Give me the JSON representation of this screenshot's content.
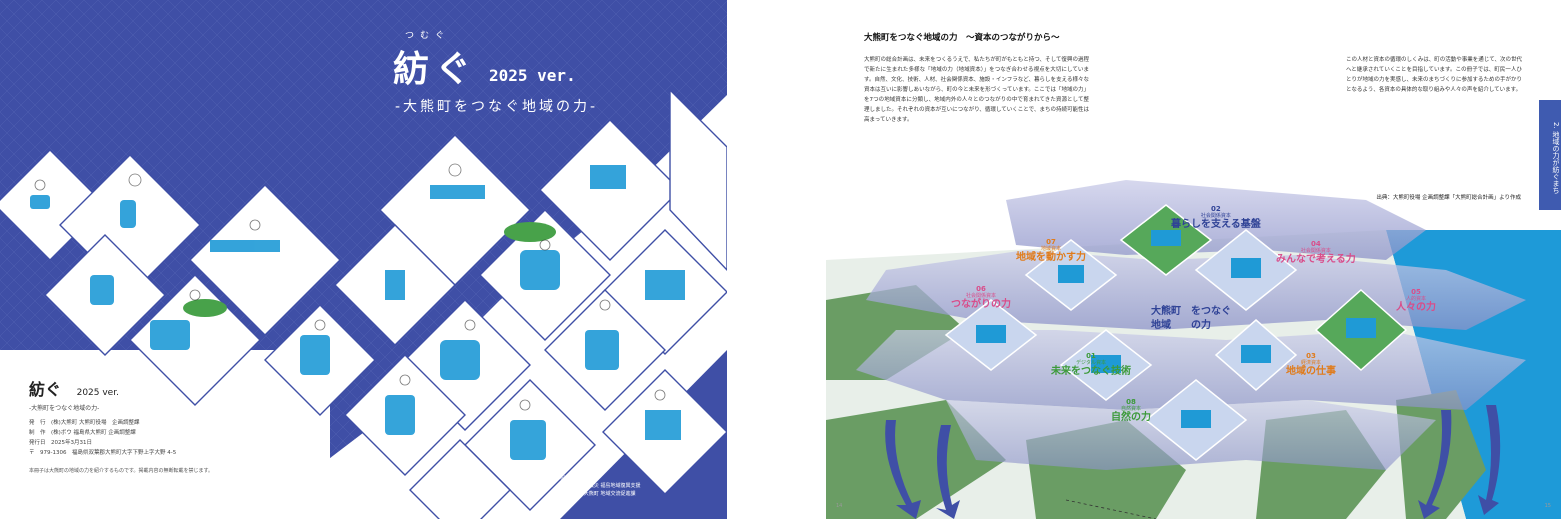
{
  "colors": {
    "brand_blue": "#3f4fa6",
    "accent_blue": "#1f9ad6",
    "pink": "#d94d8a",
    "orange": "#e07b1a",
    "green": "#3c9a3a"
  },
  "left_page": {
    "ruby": "つむぐ",
    "title": "紡ぐ",
    "version": "2025 ver.",
    "subtitle": "-大熊町をつなぐ地域の力-",
    "colophon": {
      "title": "紡ぐ",
      "version": "2025 ver.",
      "subtitle": "-大熊町をつなぐ地域の力-",
      "lines": [
        "発　行　(株)大熊町 大熊町役場　企画調整課",
        "制　作　(株)ボウ 福島県大熊町 企画調整課",
        "発行日　2025年3月31日",
        "〒　979-1306　福島県双葉郡大熊町大字下野上字大野 4-5"
      ],
      "note": "本冊子は大熊町の地域の力を紹介するものです。掲載内容の無断転載を禁じます。"
    },
    "credits": [
      "協力",
      "(株)東日本大震災 福島地域復興支援",
      "(株)福島・大熊町 地域交流促進課"
    ],
    "icons": [
      "illustration-tile-icon"
    ]
  },
  "right_page": {
    "heading": "大熊町をつなぐ地域の力　～資本のつながりから～",
    "col1": "大熊町の総合計画は、未来をつくるうえで、私たちが町がもともと持つ、そして復興の過程で新たに生まれた多様な「地域の力（地域資本）」をつなぎ合わせる視点を大切にしています。自然、文化、技術、人材、社会関係資本、施設・インフラなど、暮らしを支える様々な資本は互いに影響しあいながら、町の今と未来を形づくっています。ここでは「地域の力」を7つの地域資本に分類し、地域内外の人々とのつながりの中で育まれてきた資源として整理しました。それぞれの資本が互いにつながり、循環していくことで、まちの持続可能性は高まっていきます。",
    "col2": "この人材と資本の循環のしくみは、町の活動や事業を通じて、次の世代へと継承されていくことを目指しています。この冊子では、町民一人ひとりが地域の力を実感し、未来のまちづくりに参加するための手がかりとなるよう、各資本の具体的な取り組みや人々の声を紹介しています。",
    "source": "出典：大熊町役場 企画調整課「大熊町総合計画」より作成",
    "side_tab": "2. 地域の力が紡ぐまち",
    "map_center": {
      "line1": "大熊町　をつなぐ",
      "line2": "地域　　の力"
    },
    "labels": [
      {
        "num": "02",
        "sub": "社会関係資本",
        "text": "暮らしを支える基盤"
      },
      {
        "num": "07",
        "sub": "地域資本",
        "text": "地域を動かす力"
      },
      {
        "num": "04",
        "sub": "社会関係資本",
        "text": "みんなで考える力"
      },
      {
        "num": "06",
        "sub": "社会関係資本",
        "text": "つながりの力"
      },
      {
        "num": "05",
        "sub": "人的資本",
        "text": "人々の力"
      },
      {
        "num": "03",
        "sub": "経済資本",
        "text": "地域の仕事"
      },
      {
        "num": "01",
        "sub": "デジタル資本",
        "text": "未来をつなぐ技術"
      },
      {
        "num": "08",
        "sub": "自然資本",
        "text": "自然の力"
      }
    ],
    "folio_left": "14",
    "folio_right": "15"
  }
}
